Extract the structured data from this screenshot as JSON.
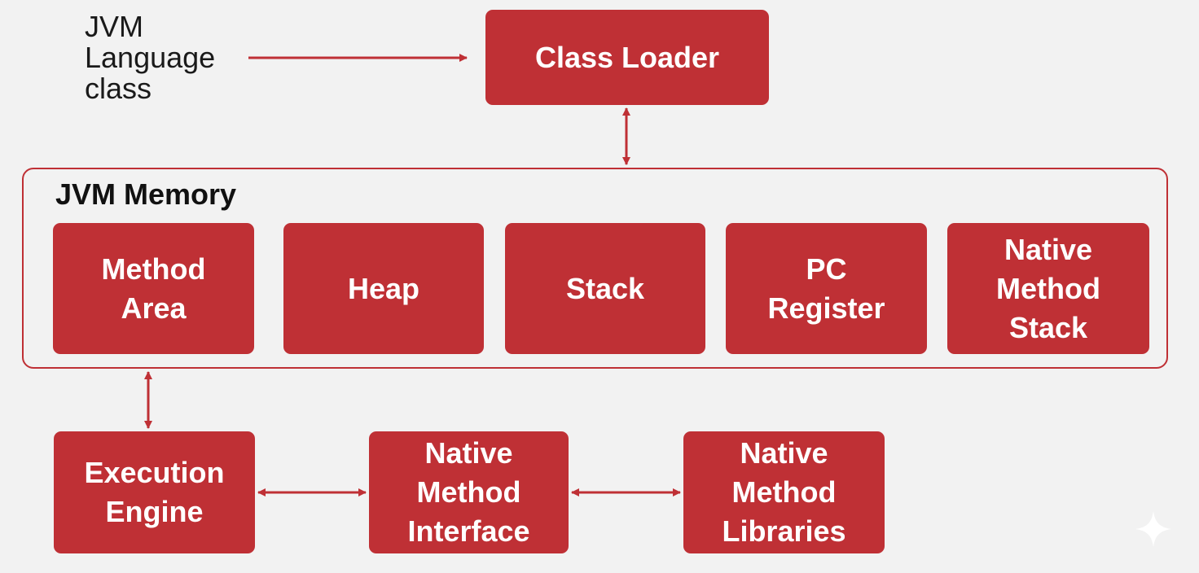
{
  "input": {
    "label": "JVM\nLanguage\nclass"
  },
  "class_loader": {
    "label": "Class Loader"
  },
  "jvm_memory": {
    "title": "JVM Memory",
    "areas": [
      {
        "line1": "Method",
        "line2": "Area",
        "line3": ""
      },
      {
        "line1": "Heap",
        "line2": "",
        "line3": ""
      },
      {
        "line1": "Stack",
        "line2": "",
        "line3": ""
      },
      {
        "line1": "PC",
        "line2": "Register",
        "line3": ""
      },
      {
        "line1": "Native",
        "line2": "Method",
        "line3": "Stack"
      }
    ]
  },
  "execution_engine": {
    "line1": "Execution",
    "line2": "Engine"
  },
  "native_interface": {
    "line1": "Native",
    "line2": "Method",
    "line3": "Interface"
  },
  "native_libraries": {
    "line1": "Native",
    "line2": "Method",
    "line3": "Libraries"
  },
  "colors": {
    "box": "#bf3035",
    "background": "#f2f2f2",
    "text": "#ffffff",
    "arrow": "#bf3035"
  },
  "icons": {
    "watermark": "sparkle-icon"
  }
}
